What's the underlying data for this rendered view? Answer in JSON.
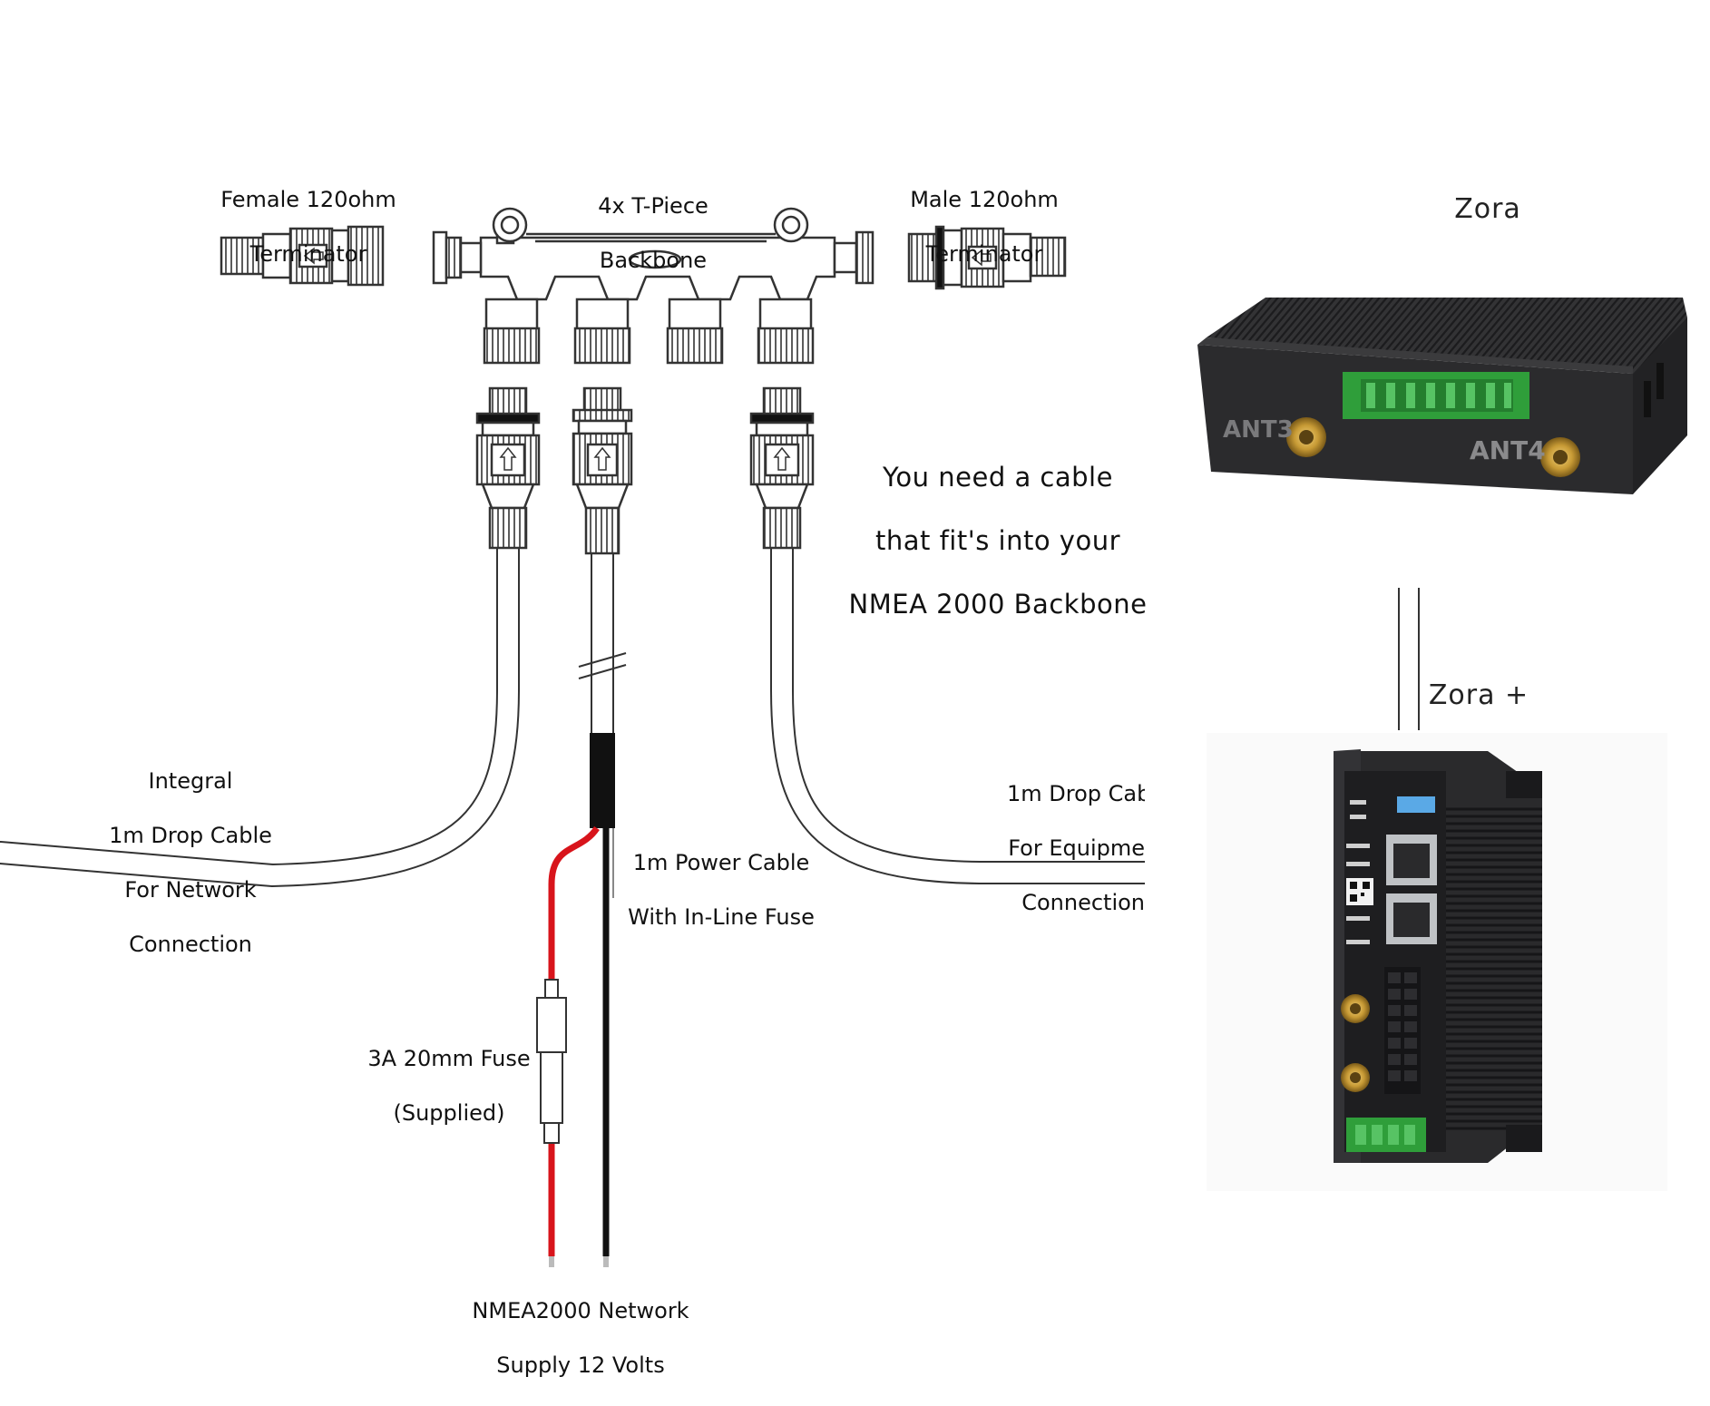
{
  "labels": {
    "female_terminator": [
      "Female 120ohm",
      "Terminator"
    ],
    "t_piece": [
      "4x T-Piece",
      "Backbone"
    ],
    "male_terminator": [
      "Male 120ohm",
      "Terminator"
    ],
    "zora": "Zora",
    "zora_plus": "Zora +",
    "cable_note": [
      "You need a cable",
      "that fit's into your",
      "NMEA 2000 Backbone"
    ],
    "integral_drop": [
      "Integral",
      "1m Drop Cable",
      "For Network",
      "Connection"
    ],
    "equipment_drop": [
      "1m Drop Cab",
      "For Equipme",
      "Connection"
    ],
    "power_cable": [
      "1m Power Cable",
      "With In-Line Fuse"
    ],
    "fuse": [
      "3A 20mm Fuse",
      "(Supplied)"
    ],
    "supply": [
      "NMEA2000 Network",
      "Supply 12 Volts"
    ]
  },
  "device_text": {
    "ant3": "ANT3",
    "ant4": "ANT4"
  },
  "colors": {
    "line": "#333333",
    "red_wire": "#d8141b",
    "black_wire": "#111111",
    "device_body": "#2b2b2d",
    "terminal_green": "#2f9e3a"
  }
}
